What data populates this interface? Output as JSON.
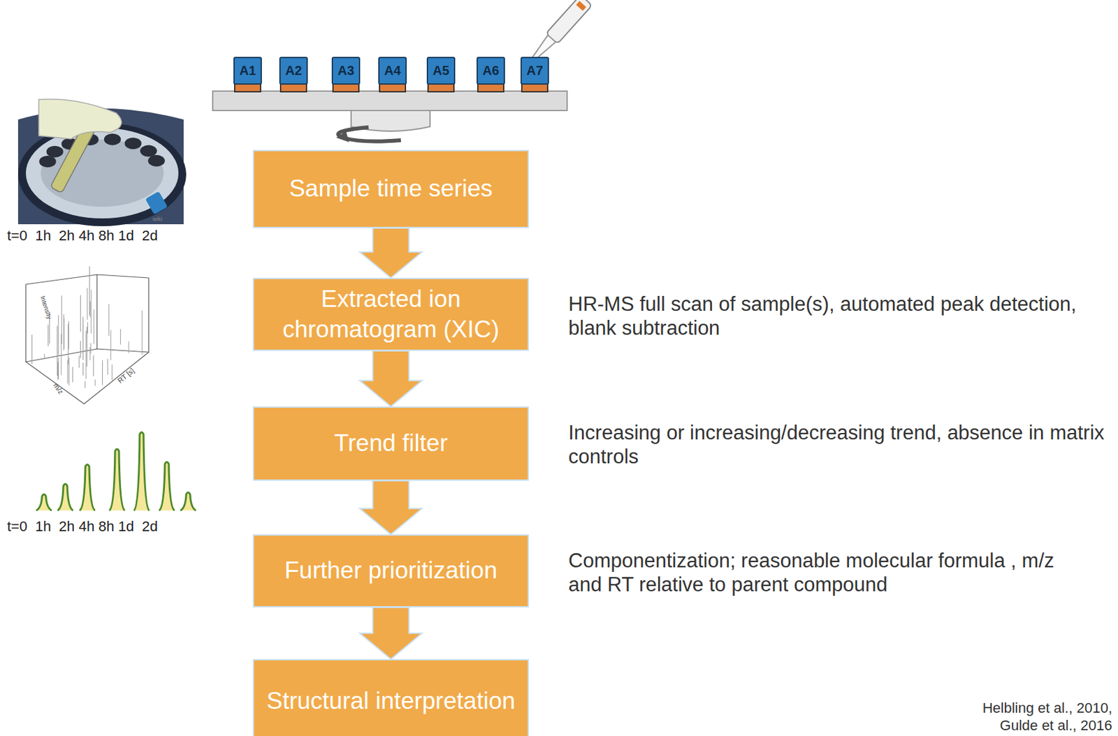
{
  "diagram": {
    "nodes": [
      {
        "text": [
          "A1"
        ]
      },
      {
        "text": [
          "A2"
        ]
      },
      {
        "text": [
          "A3"
        ]
      },
      {
        "text": [
          "A4"
        ]
      },
      {
        "text": [
          "A5"
        ]
      },
      {
        "text": [
          "A6"
        ]
      },
      {
        "text": [
          "A7"
        ]
      },
      {
        "text": [
          "Sample time series"
        ]
      },
      {
        "text": [
          "Extracted ion chromatogram (XIC)"
        ]
      },
      {
        "text": [
          "Trend filter"
        ]
      },
      {
        "text": [
          "Further prioritization"
        ]
      },
      {
        "text": [
          "Structural interpretation"
        ]
      }
    ],
    "edges": [
      {
        "from": 7,
        "to": 8,
        "arrow": "to"
      },
      {
        "from": 8,
        "to": 9,
        "arrow": "to"
      },
      {
        "from": 9,
        "to": 10,
        "arrow": "to"
      },
      {
        "from": 10,
        "to": 11,
        "arrow": "to"
      }
    ],
    "labels": [
      "t=0  1h  2h 4h 8h 1d  2d",
      "Intensity",
      "m/z",
      "RT [s]",
      "t=0  1h  2h 4h 8h 1d  2d",
      "HR-MS full scan of sample(s), automated peak detection, blank subtraction",
      "Increasing or increasing/decreasing trend, absence in matrix controls",
      "Componentization; reasonable molecular formula , m/z and RT relative to parent compound",
      "Helbling et al., 2010,",
      "Gulde et al., 2016",
      "wiki"
    ]
  }
}
